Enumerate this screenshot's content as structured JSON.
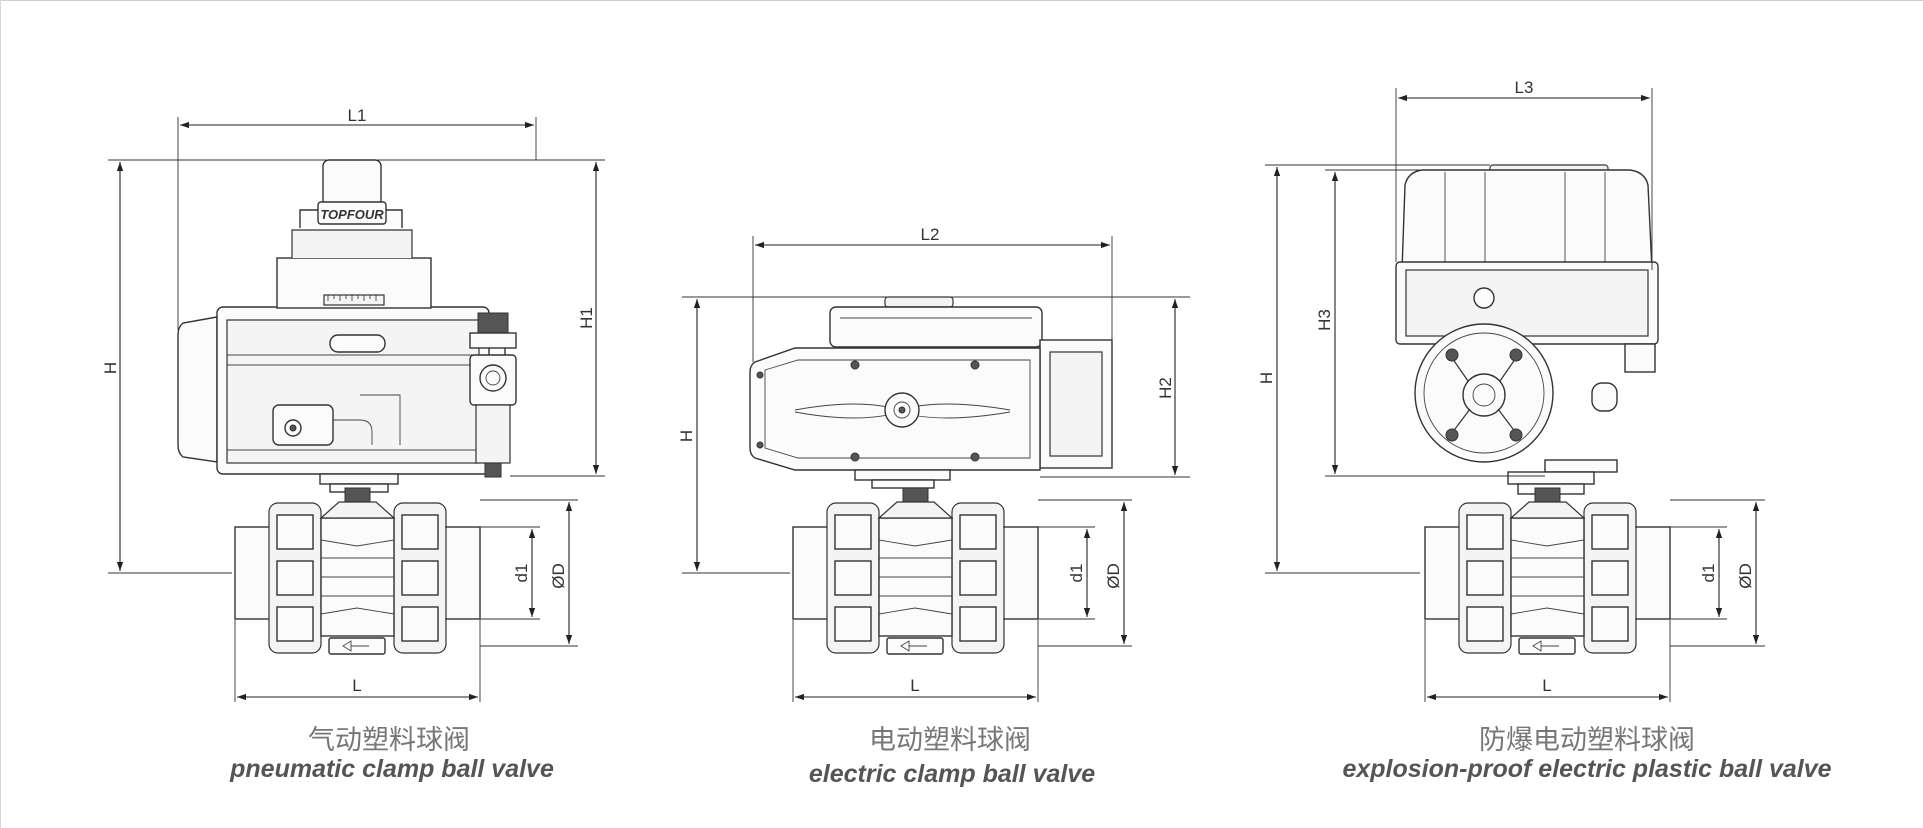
{
  "valves": [
    {
      "caption_cn": "气动塑料球阀",
      "caption_en": "pneumatic clamp ball valve",
      "brand": "TOPFOUR",
      "dims": {
        "top": "L1",
        "left": "H",
        "right": "H1",
        "bottom": "L",
        "bore": "d1",
        "outer": "ØD"
      }
    },
    {
      "caption_cn": "电动塑料球阀",
      "caption_en": "electric clamp ball valve",
      "dims": {
        "top": "L2",
        "left": "H",
        "right": "H2",
        "bottom": "L",
        "bore": "d1",
        "outer": "ØD"
      }
    },
    {
      "caption_cn": "防爆电动塑料球阀",
      "caption_en": "explosion-proof electric plastic ball valve",
      "dims": {
        "top": "L3",
        "left": "H",
        "inner": "H3",
        "bottom": "L",
        "bore": "d1",
        "outer": "ØD"
      }
    }
  ]
}
